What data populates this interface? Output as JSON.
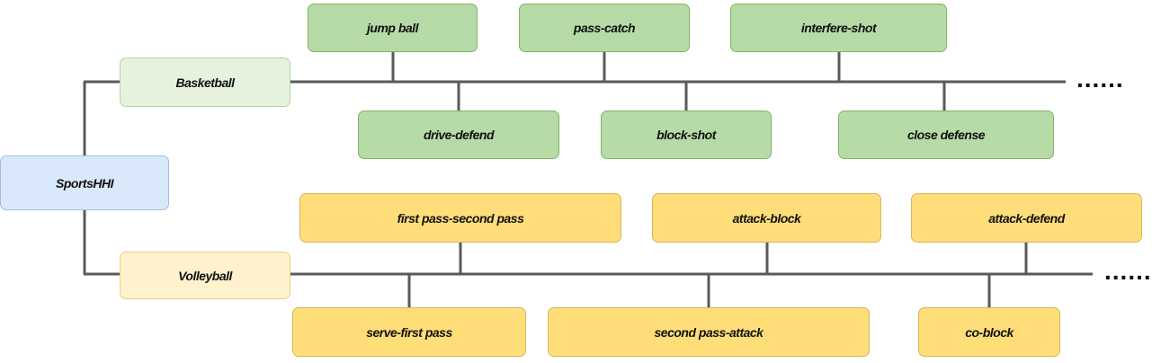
{
  "root": {
    "label": "SportsHHI"
  },
  "basketball": {
    "label": "Basketball",
    "above": [
      "jump ball",
      "pass-catch",
      "interfere-shot"
    ],
    "below": [
      "drive-defend",
      "block-shot",
      "close defense"
    ],
    "more": "......"
  },
  "volleyball": {
    "label": "Volleyball",
    "above": [
      "first pass-second pass",
      "attack-block",
      "attack-defend"
    ],
    "below": [
      "serve-first pass",
      "second pass-attack",
      "co-block"
    ],
    "more": "......"
  },
  "colors": {
    "line": "#5a5a5a",
    "root_fill": "#dae8fc",
    "basketball_fill": "#b6dba6",
    "volleyball_fill": "#ffde7a"
  }
}
